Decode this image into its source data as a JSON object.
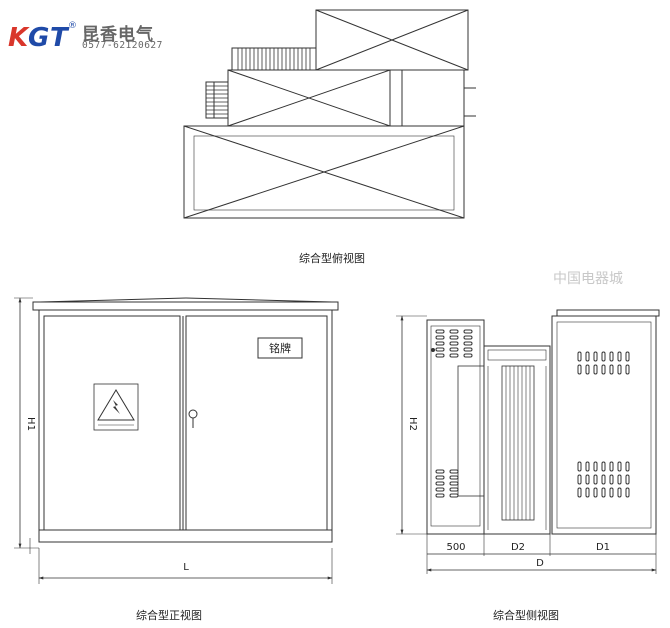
{
  "logo": {
    "mark_text": "KGT",
    "registered_mark": "®",
    "brand_name": "昆香电气",
    "phone": "0577-62120627"
  },
  "watermark": "中国电器城",
  "captions": {
    "top_view": "综合型俯视图",
    "front_view": "综合型正视图",
    "side_view": "综合型侧视图"
  },
  "labels": {
    "nameplate": "铭牌",
    "h1": "H1",
    "h2": "H2",
    "l": "L",
    "d": "D",
    "d1": "D1",
    "d2": "D2",
    "dim_500": "500"
  },
  "colors": {
    "line": "#333333",
    "logo_red": "#d9362b",
    "logo_blue": "#1f4aa8",
    "gray_text": "#666666"
  }
}
